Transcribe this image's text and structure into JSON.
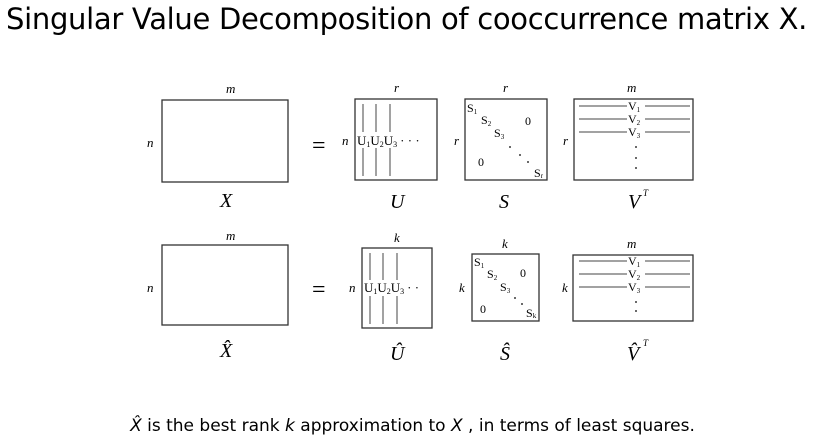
{
  "title": "Singular Value Decomposition of cooccurrence matrix X.",
  "caption": {
    "xhat": "X̂",
    "text1": " is the best rank ",
    "k": "k",
    "text2": " approximation to ",
    "x": "X",
    "text3": " , in terms of least squares."
  },
  "dims": {
    "m": "m",
    "n": "n",
    "r": "r",
    "k": "k"
  },
  "equals": "=",
  "top_row": {
    "X": "X",
    "U": "U",
    "S": "S",
    "V": "V",
    "T": "T"
  },
  "bottom_row": {
    "X": "X̂",
    "U": "Û",
    "S": "Ŝ",
    "V": "V̂",
    "T": "T"
  },
  "entries": {
    "U": "U",
    "S": "S",
    "V": "V",
    "zero": "0",
    "i1": "1",
    "i2": "2",
    "i3": "3",
    "ir": "r",
    "ik": "k",
    "dots": "· · ·",
    "dots2": "· ·"
  }
}
